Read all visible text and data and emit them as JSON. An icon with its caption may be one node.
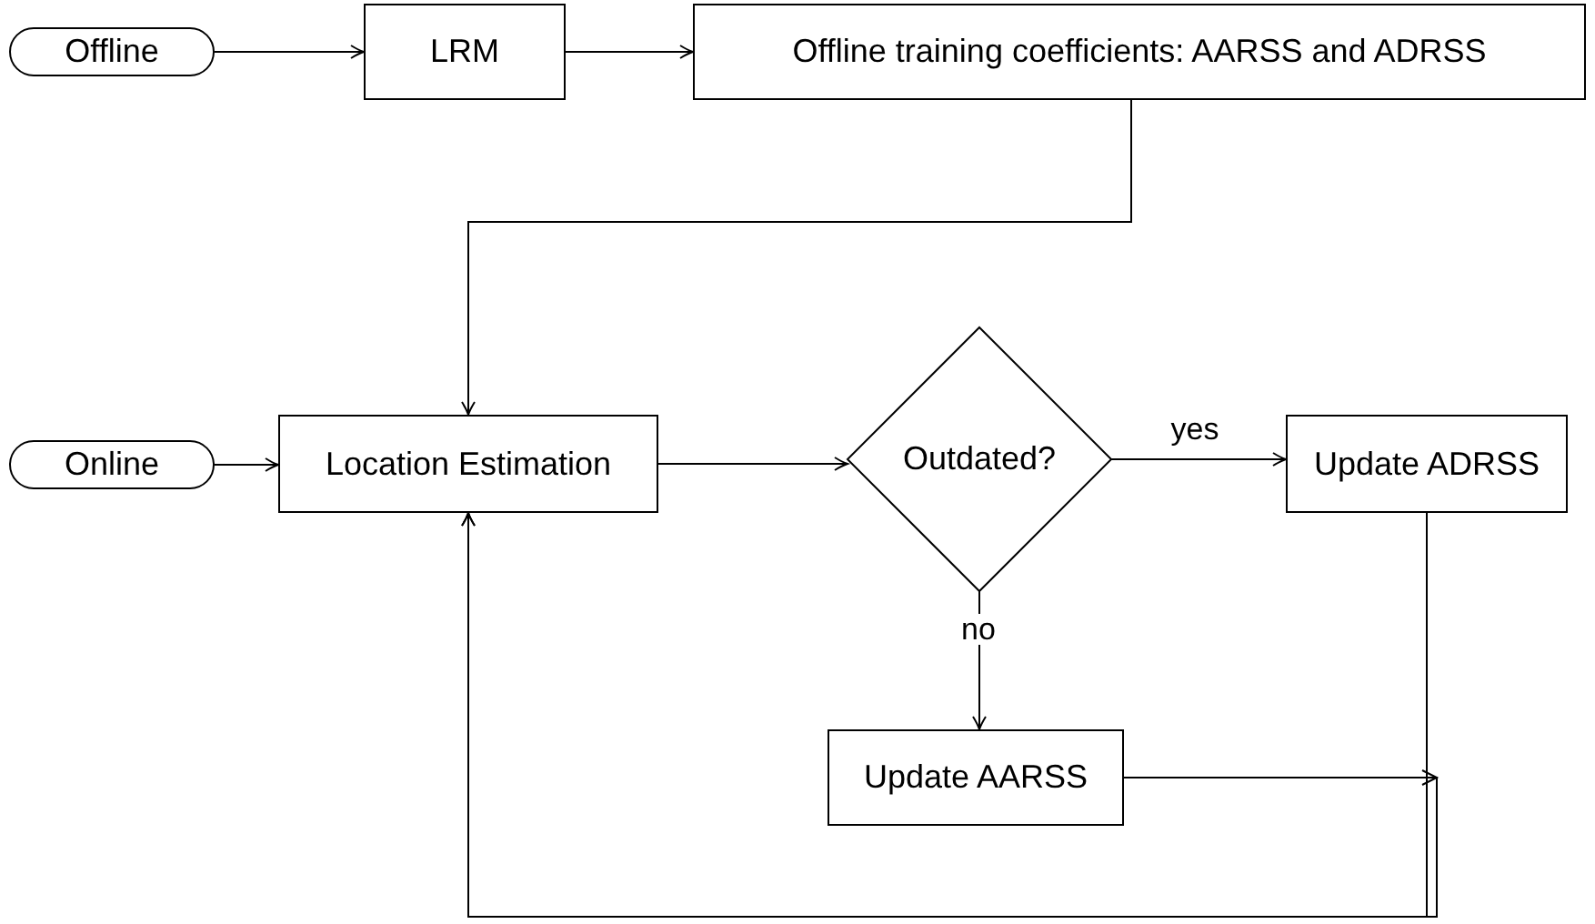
{
  "diagram": {
    "nodes": [
      {
        "text": [
          "Offline"
        ]
      },
      {
        "text": [
          "LRM"
        ]
      },
      {
        "text": [
          "Offline training coefficients: AARSS and ADRSS"
        ]
      },
      {
        "text": [
          "Online"
        ]
      },
      {
        "text": [
          "Location Estimation"
        ]
      },
      {
        "text": [
          "Outdated?"
        ]
      },
      {
        "text": [
          "Update ADRSS"
        ]
      },
      {
        "text": [
          "Update AARSS"
        ]
      }
    ],
    "edges": [
      {
        "from": 0,
        "to": 1,
        "arrow": "to"
      },
      {
        "from": 1,
        "to": 2,
        "arrow": "to"
      },
      {
        "from": 2,
        "to": 4,
        "arrow": "to"
      },
      {
        "from": 3,
        "to": 4,
        "arrow": "to"
      },
      {
        "from": 4,
        "to": 5,
        "arrow": "to"
      },
      {
        "from": 5,
        "to": 6,
        "arrow": "to",
        "label": "yes"
      },
      {
        "from": 5,
        "to": 7,
        "arrow": "to",
        "label": "no"
      },
      {
        "from": 6,
        "to": 4,
        "arrow": "to"
      },
      {
        "from": 7,
        "to": 4,
        "arrow": "to"
      }
    ]
  }
}
